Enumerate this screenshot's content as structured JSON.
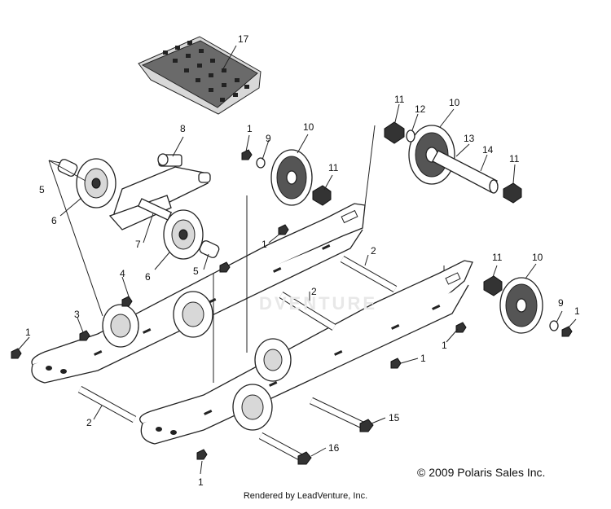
{
  "diagram": {
    "callouts": [
      {
        "id": "c17",
        "text": "17"
      },
      {
        "id": "c8",
        "text": "8"
      },
      {
        "id": "c1a",
        "text": "1"
      },
      {
        "id": "c9a",
        "text": "9"
      },
      {
        "id": "c10a",
        "text": "10"
      },
      {
        "id": "c11a",
        "text": "11"
      },
      {
        "id": "c12",
        "text": "12"
      },
      {
        "id": "c10b",
        "text": "10"
      },
      {
        "id": "c13",
        "text": "13"
      },
      {
        "id": "c14",
        "text": "14"
      },
      {
        "id": "c11b",
        "text": "11"
      },
      {
        "id": "c11c",
        "text": "11"
      },
      {
        "id": "c5a",
        "text": "5"
      },
      {
        "id": "c6a",
        "text": "6"
      },
      {
        "id": "c7",
        "text": "7"
      },
      {
        "id": "c1b",
        "text": "1"
      },
      {
        "id": "c6b",
        "text": "6"
      },
      {
        "id": "c5b",
        "text": "5"
      },
      {
        "id": "c2a",
        "text": "2"
      },
      {
        "id": "c4",
        "text": "4"
      },
      {
        "id": "c2b",
        "text": "2"
      },
      {
        "id": "c11d",
        "text": "11"
      },
      {
        "id": "c10c",
        "text": "10"
      },
      {
        "id": "c3",
        "text": "3"
      },
      {
        "id": "c9b",
        "text": "9"
      },
      {
        "id": "c1c",
        "text": "1"
      },
      {
        "id": "c1d",
        "text": "1"
      },
      {
        "id": "c1e",
        "text": "1"
      },
      {
        "id": "c1f",
        "text": "1"
      },
      {
        "id": "c2c",
        "text": "2"
      },
      {
        "id": "c15",
        "text": "15"
      },
      {
        "id": "c16",
        "text": "16"
      },
      {
        "id": "c1g",
        "text": "1"
      }
    ],
    "watermark": "DVENTURE",
    "copyright": "© 2009 Polaris Sales Inc.",
    "footer": "Rendered by LeadVenture, Inc."
  }
}
